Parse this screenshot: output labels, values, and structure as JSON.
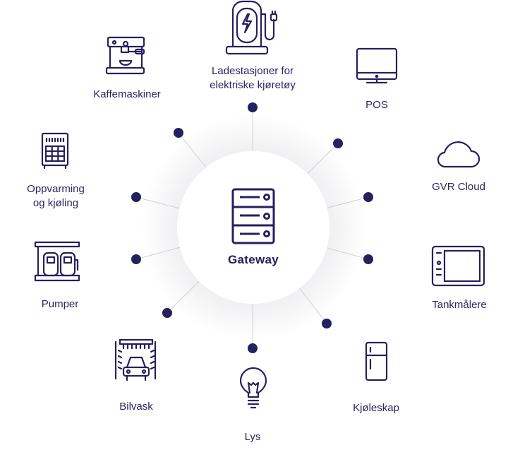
{
  "colors": {
    "primary": "#25205e",
    "line": "#d2d2d6",
    "halo": "#f3f3f5"
  },
  "center": {
    "label": "Gateway",
    "icon": "server-icon"
  },
  "nodes": [
    {
      "id": "ev-charger",
      "label_line1": "Ladestasjoner for",
      "label_line2": "elektriske kjøretøy",
      "icon": "ev-charger-icon"
    },
    {
      "id": "coffee",
      "label": "Kaffemaskiner",
      "icon": "coffee-machine-icon"
    },
    {
      "id": "pos",
      "label": "POS",
      "icon": "monitor-icon"
    },
    {
      "id": "cloud",
      "label": "GVR Cloud",
      "icon": "cloud-icon"
    },
    {
      "id": "hvac",
      "label_line1": "Oppvarming",
      "label_line2": "og kjøling",
      "icon": "heater-icon"
    },
    {
      "id": "tank",
      "label": "Tankmålere",
      "icon": "tank-gauge-icon"
    },
    {
      "id": "pumps",
      "label": "Pumper",
      "icon": "fuel-pump-icon"
    },
    {
      "id": "carwash",
      "label": "Bilvask",
      "icon": "car-wash-icon"
    },
    {
      "id": "fridge",
      "label": "Kjøleskap",
      "icon": "fridge-icon"
    },
    {
      "id": "lights",
      "label": "Lys",
      "icon": "light-bulb-icon"
    }
  ]
}
